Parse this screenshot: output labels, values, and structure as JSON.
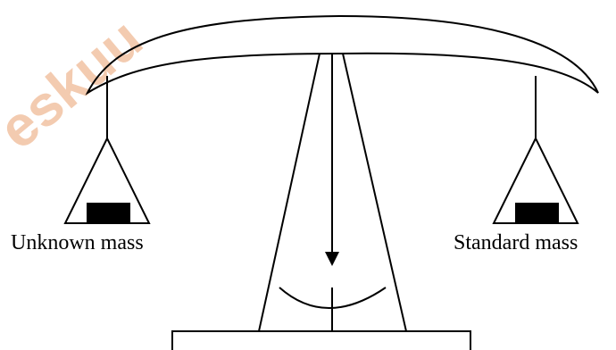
{
  "labels": {
    "left_pan": "Unknown mass",
    "right_pan": "Standard mass"
  },
  "watermark": {
    "text": "eskuu",
    "color": "#f2c6a8"
  },
  "colors": {
    "stroke": "#000000",
    "background": "#ffffff",
    "weight_fill": "#000000"
  }
}
